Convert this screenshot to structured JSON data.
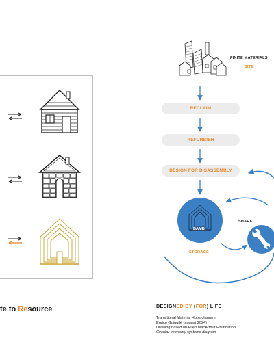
{
  "left": {
    "title_prefix": "te to ",
    "title_highlight": "Re",
    "title_suffix": "source"
  },
  "flow": {
    "top_label": "FINITE MATERIALS",
    "top_sublabel": "SITE",
    "steps": [
      "RECLAIM",
      "REFURBISH",
      "DESIGN FOR DISASSEMBLY"
    ],
    "hub_label": "BAMB",
    "storage_label": "STORAGE",
    "share_label": "SHARE"
  },
  "credits": {
    "brand_1": "DESIGN",
    "brand_2": "ED BY ",
    "brand_3": "(",
    "brand_4": "FOR",
    "brand_5": ")",
    "brand_6": " LIFE",
    "line1": "Transitional Material Hubs diagram",
    "line2": "Enrico Guiguilé (august 2024)",
    "line3": "Drawing based on Ellen MacArthur Foundation,",
    "line4": "Circular economy systems diagram"
  },
  "colors": {
    "accent": "#e8872a",
    "blue": "#3b7fc4",
    "pill": "#ececec"
  }
}
